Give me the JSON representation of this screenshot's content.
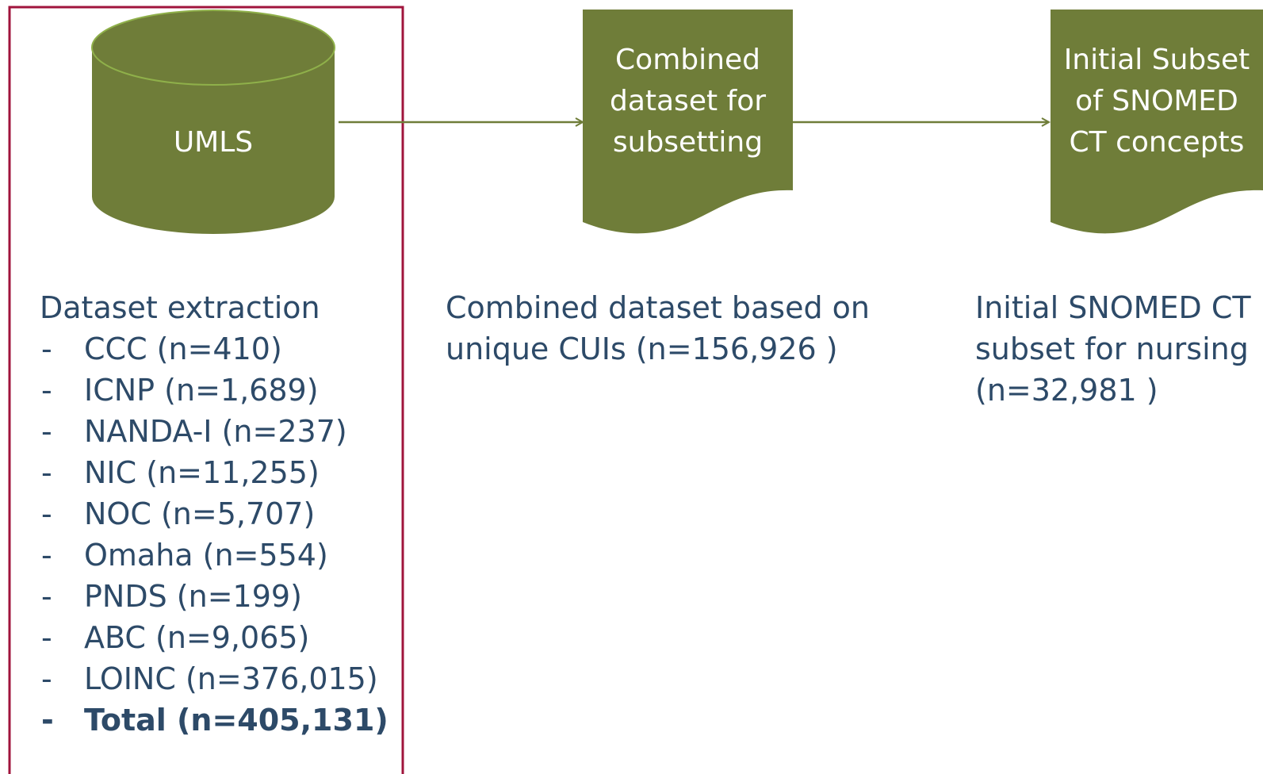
{
  "colors": {
    "shape_fill": "#6f7d39",
    "shape_outline": "#8fb04a",
    "arrow": "#6f7d39",
    "frame": "#a0143c",
    "caption_text": "#2d4a68",
    "shape_text": "#ffffff"
  },
  "nodes": {
    "umls": {
      "shape": "cylinder",
      "label": "UMLS"
    },
    "combined": {
      "shape": "document",
      "label": "Combined\ndataset for\nsubsetting"
    },
    "initial_subset": {
      "shape": "document",
      "label": "Initial Subset\nof SNOMED\nCT concepts"
    }
  },
  "edges": [
    {
      "from": "umls",
      "to": "combined"
    },
    {
      "from": "combined",
      "to": "initial_subset"
    }
  ],
  "extraction": {
    "heading": "Dataset extraction",
    "bullet": "-",
    "items": [
      {
        "label": "CCC (n=410)",
        "bold": false
      },
      {
        "label": "ICNP (n=1,689)",
        "bold": false
      },
      {
        "label": "NANDA-I (n=237)",
        "bold": false
      },
      {
        "label": "NIC (n=11,255)",
        "bold": false
      },
      {
        "label": "NOC (n=5,707)",
        "bold": false
      },
      {
        "label": "Omaha (n=554)",
        "bold": false
      },
      {
        "label": "PNDS (n=199)",
        "bold": false
      },
      {
        "label": "ABC (n=9,065)",
        "bold": false
      },
      {
        "label": "LOINC (n=376,015)",
        "bold": false
      },
      {
        "label": "Total (n=405,131)",
        "bold": true
      }
    ]
  },
  "combined_caption": "Combined dataset based on\nunique CUIs (n=156,926 )",
  "subset_caption": "Initial SNOMED CT\nsubset for nursing\n(n=32,981 )"
}
